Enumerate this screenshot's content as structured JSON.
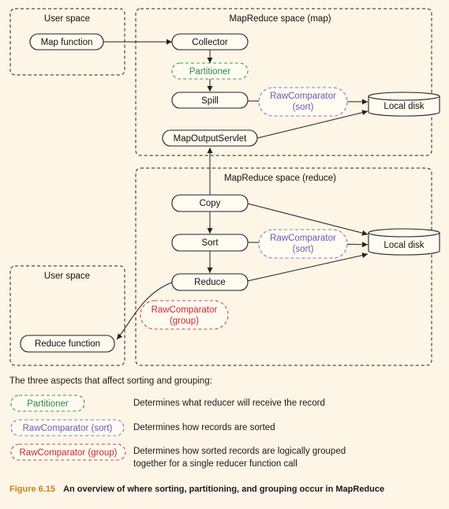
{
  "regions": {
    "user_space_top": "User space",
    "map_space": "MapReduce space (map)",
    "reduce_space": "MapReduce space (reduce)",
    "user_space_bottom": "User space"
  },
  "nodes": {
    "map_function": "Map function",
    "collector": "Collector",
    "partitioner": "Partitioner",
    "spill": "Spill",
    "rawcomp_sort_map": [
      "RawComparator",
      "(sort)"
    ],
    "local_disk_map": "Local disk",
    "map_output_servlet": "MapOutputServlet",
    "copy": "Copy",
    "sort": "Sort",
    "rawcomp_sort_reduce": [
      "RawComparator",
      "(sort)"
    ],
    "local_disk_reduce": "Local disk",
    "reduce": "Reduce",
    "rawcomp_group": [
      "RawComparator",
      "(group)"
    ],
    "reduce_function": "Reduce function"
  },
  "legend": {
    "intro": "The three aspects that affect sorting and grouping:",
    "items": [
      {
        "label": "Partitioner",
        "desc": [
          "Determines what reducer will receive the record"
        ]
      },
      {
        "label": "RawComparator (sort)",
        "desc": [
          "Determines how records are sorted"
        ]
      },
      {
        "label": "RawComparator (group)",
        "desc": [
          "Determines how sorted records are logically grouped",
          "together for a single reducer function call"
        ]
      }
    ]
  },
  "caption": {
    "figure": "Figure 6.15",
    "text": "An overview of where sorting, partitioning, and grouping occur in MapReduce"
  },
  "colors": {
    "background": "#fdf5e6",
    "partitioner": "#3a9a5a",
    "sort_comparator": "#8878c8",
    "group_comparator": "#c84a4a",
    "caption_accent": "#c8821e"
  }
}
